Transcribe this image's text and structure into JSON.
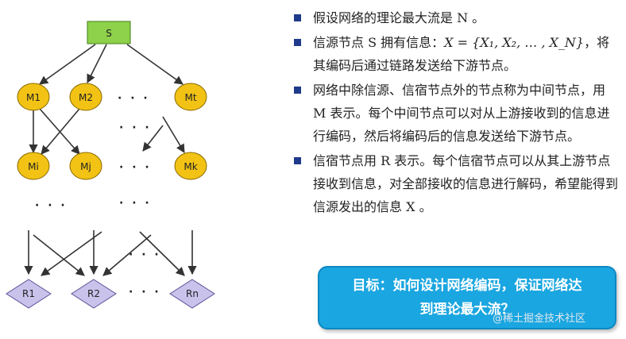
{
  "diagram": {
    "source": "S",
    "middle_row1": [
      "M1",
      "M2",
      "Mt"
    ],
    "middle_row2": [
      "Mi",
      "Mj",
      "Mk"
    ],
    "sinks": [
      "R1",
      "R2",
      "Rn"
    ],
    "ellipsis": "· · ·"
  },
  "bullets": [
    {
      "parts": [
        "假设网络的理论最大流是 N 。"
      ]
    },
    {
      "parts": [
        "信源节点 S 拥有信息：",
        "X = {X₁, X₂, … , X_N}",
        "，将其编码后通过链路发送给下游节点。"
      ]
    },
    {
      "parts": [
        "网络中除信源、信宿节点外的节点称为中间节点，用 M 表示。每个中间节点可以对从上游接收到的信息进行编码，然后将编码后的信息发送给下游节点。"
      ]
    },
    {
      "parts": [
        "信宿节点用 R 表示。每个信宿节点可以从其上游节点接收到信息，对全部接收的信息进行解码，希望能得到信源发出的信息 X 。"
      ]
    }
  ],
  "goal": {
    "line1": "目标：如何设计网络编码，保证网络达",
    "line2": "到理论最大流？"
  },
  "watermark": "@稀土掘金技术社区",
  "colors": {
    "source_fill": "#8ed14a",
    "middle_fill": "#f2c315",
    "sink_fill": "#c9c3ec",
    "goal_box": "#1aa6e0",
    "bullet_marker": "#1f3a8a"
  }
}
